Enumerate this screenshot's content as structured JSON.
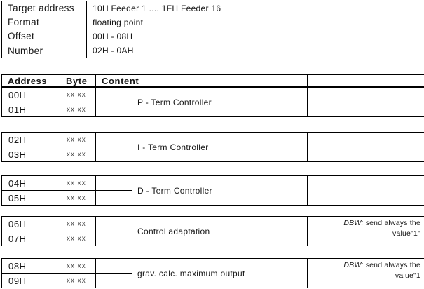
{
  "info_table": {
    "rows": [
      {
        "label": "Target address",
        "value": "10H Feeder 1 .... 1FH Feeder 16"
      },
      {
        "label": "Format",
        "value": "floating point"
      },
      {
        "label": "Offset",
        "value": "00H - 08H"
      },
      {
        "label": "Number",
        "value": "02H - 0AH"
      }
    ]
  },
  "register_table": {
    "header": {
      "address": "Address",
      "byte": "Byte",
      "content": "Content"
    },
    "blocks": [
      {
        "addresses": [
          "00H",
          "01H"
        ],
        "bytes": [
          "xx xx",
          "xx xx"
        ],
        "content": "P - Term Controller",
        "note": null
      },
      {
        "addresses": [
          "02H",
          "03H"
        ],
        "bytes": [
          "xx xx",
          "xx xx"
        ],
        "content": "I - Term Controller",
        "note": null
      },
      {
        "addresses": [
          "04H",
          "05H"
        ],
        "bytes": [
          "xx xx",
          "xx xx"
        ],
        "content": "D - Term Controller",
        "note": null
      },
      {
        "addresses": [
          "06H",
          "07H"
        ],
        "bytes": [
          "xx xx",
          "xx xx"
        ],
        "content": "Control adaptation",
        "note": {
          "emph": "DBW:",
          "line1_rest": " send always the",
          "line2": "value\"1\""
        }
      },
      {
        "addresses": [
          "08H",
          "09H"
        ],
        "bytes": [
          "xx xx",
          "xx xx"
        ],
        "content": "grav. calc. maximum output",
        "note": {
          "emph": "DBW:",
          "line1_rest": " send always the",
          "line2": "value\"1"
        }
      }
    ]
  },
  "colors": {
    "line": "#000000",
    "text": "#161616",
    "muted_text": "#4a4a4a",
    "background": "#ffffff"
  }
}
